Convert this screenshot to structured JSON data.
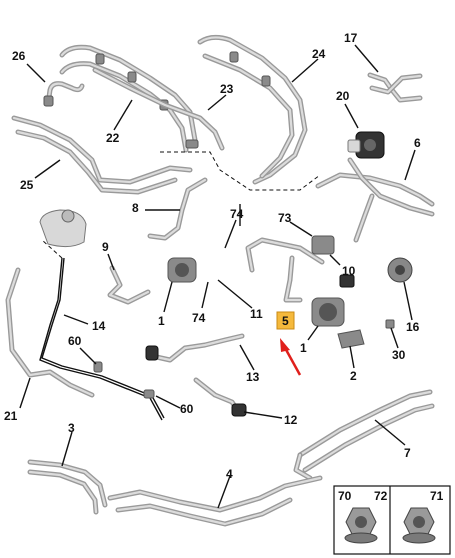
{
  "labels": {
    "l1a": "1",
    "l1b": "1",
    "l2": "2",
    "l3": "3",
    "l4": "4",
    "l5": "5",
    "l6": "6",
    "l7": "7",
    "l8": "8",
    "l9": "9",
    "l10": "10",
    "l11": "11",
    "l12": "12",
    "l13": "13",
    "l14": "14",
    "l16": "16",
    "l17": "17",
    "l20": "20",
    "l21": "21",
    "l22": "22",
    "l23": "23",
    "l24": "24",
    "l25": "25",
    "l26": "26",
    "l30": "30",
    "l60a": "60",
    "l60b": "60",
    "l70": "70",
    "l71": "71",
    "l72": "72",
    "l73": "73",
    "l74a": "74",
    "l74b": "74"
  },
  "colors": {
    "highlight": "#f5b93c",
    "arrow": "#e0201c",
    "hose": "#9a9a9a"
  },
  "icons": {
    "pointer": "red-arrow-icon",
    "nut": "flange-nut-icon"
  }
}
